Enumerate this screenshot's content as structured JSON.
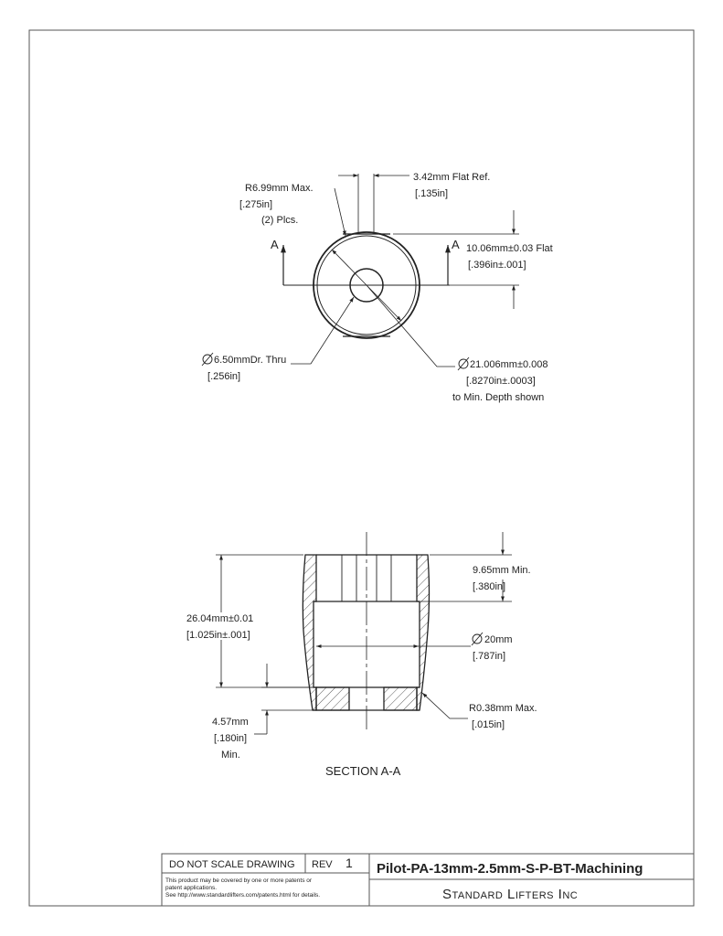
{
  "top_view": {
    "r_max": "R6.99mm Max.",
    "r_max_in": ".275in",
    "r_max_places": "(2) Plcs.",
    "flat_ref": "3.42mm Flat Ref.",
    "flat_ref_in": ".135in",
    "flat": "10.06mm±0.03 Flat",
    "flat_in": ".396in±.001",
    "drill": "6.50mmDr. Thru",
    "drill_in": ".256in",
    "bore": "21.006mm±0.008",
    "bore_in": ".8270in±.0003",
    "bore_note": "to Min. Depth shown",
    "section_mark": "A",
    "diameter_symbol": "diameter-icon"
  },
  "section_view": {
    "height": "26.04mm±0.01",
    "height_in": "1.025in±.001",
    "depth_min": "9.65mm Min.",
    "depth_min_in": ".380in",
    "dia": "20mm",
    "dia_in": ".787in",
    "radius": "R0.38mm Max.",
    "radius_in": ".015in",
    "bottom": "4.57mm",
    "bottom_in": ".180in",
    "bottom_min": "Min.",
    "label": "SECTION A-A"
  },
  "title_block": {
    "do_not_scale": "DO NOT SCALE DRAWING",
    "rev_label": "REV",
    "rev_value": "1",
    "part_name": "Pilot-PA-13mm-2.5mm-S-P-BT-Machining",
    "patent_line1": "This product may be covered by one or more patents or",
    "patent_line2": "patent applications.",
    "patent_line3": "See http://www.standardlifters.com/patents.html for details.",
    "company": "Standard Lifters Inc"
  }
}
